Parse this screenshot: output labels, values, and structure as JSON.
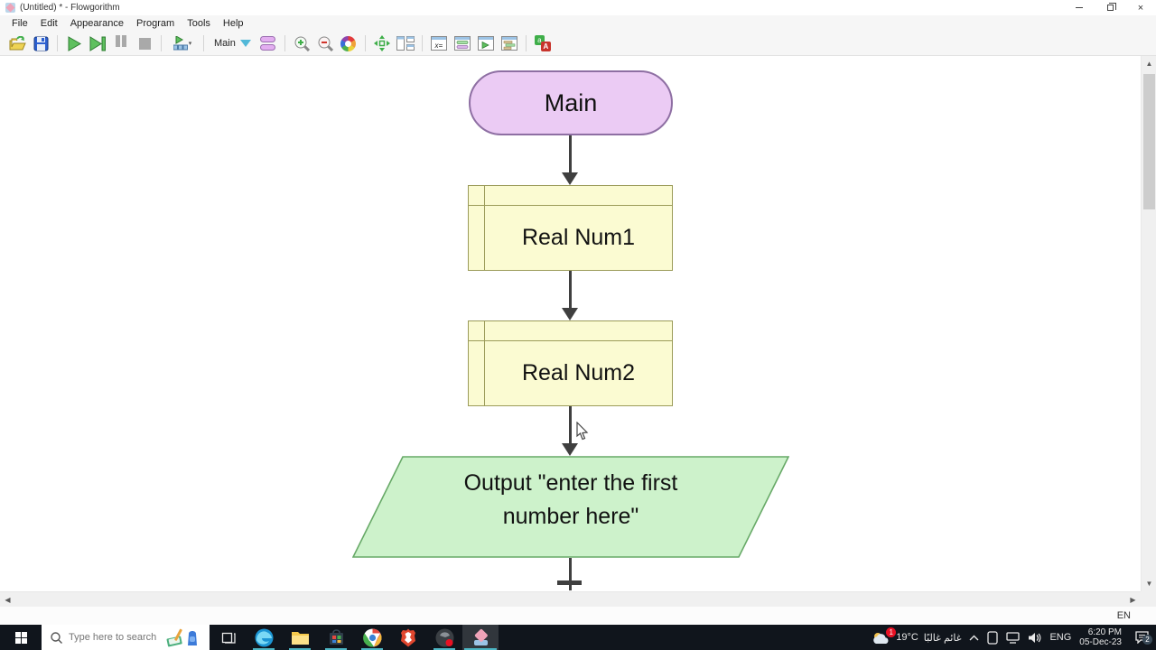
{
  "window": {
    "title": "(Untitled) * - Flowgorithm"
  },
  "menu": {
    "items": [
      "File",
      "Edit",
      "Appearance",
      "Program",
      "Tools",
      "Help"
    ]
  },
  "toolbar": {
    "function_selector": "Main",
    "variables_window_glyph": "x=",
    "translate_a": "A",
    "translate_a2": "a"
  },
  "flowchart": {
    "main_label": "Main",
    "declare1_label": "Real Num1",
    "declare2_label": "Real Num2",
    "output_line1": "Output \"enter the first",
    "output_line2": "number here\""
  },
  "statusbar": {
    "lang": "EN"
  },
  "taskbar": {
    "search_placeholder": "Type here to search",
    "tray": {
      "weather_badge": "1",
      "temperature": "19°C",
      "condition": "غائم غالبًا",
      "language": "ENG",
      "time": "6:20 PM",
      "date": "05-Dec-23",
      "notification_count": "2"
    }
  },
  "colors": {
    "main_fill": "#EBCBF4",
    "main_border": "#8E6FA3",
    "declare_fill": "#FBFBD2",
    "declare_border": "#9B9B59",
    "output_fill": "#CDF2CB",
    "output_border": "#67A967",
    "arrow": "#3F3F3F",
    "taskbar_indicator": "#4DB6C4"
  }
}
